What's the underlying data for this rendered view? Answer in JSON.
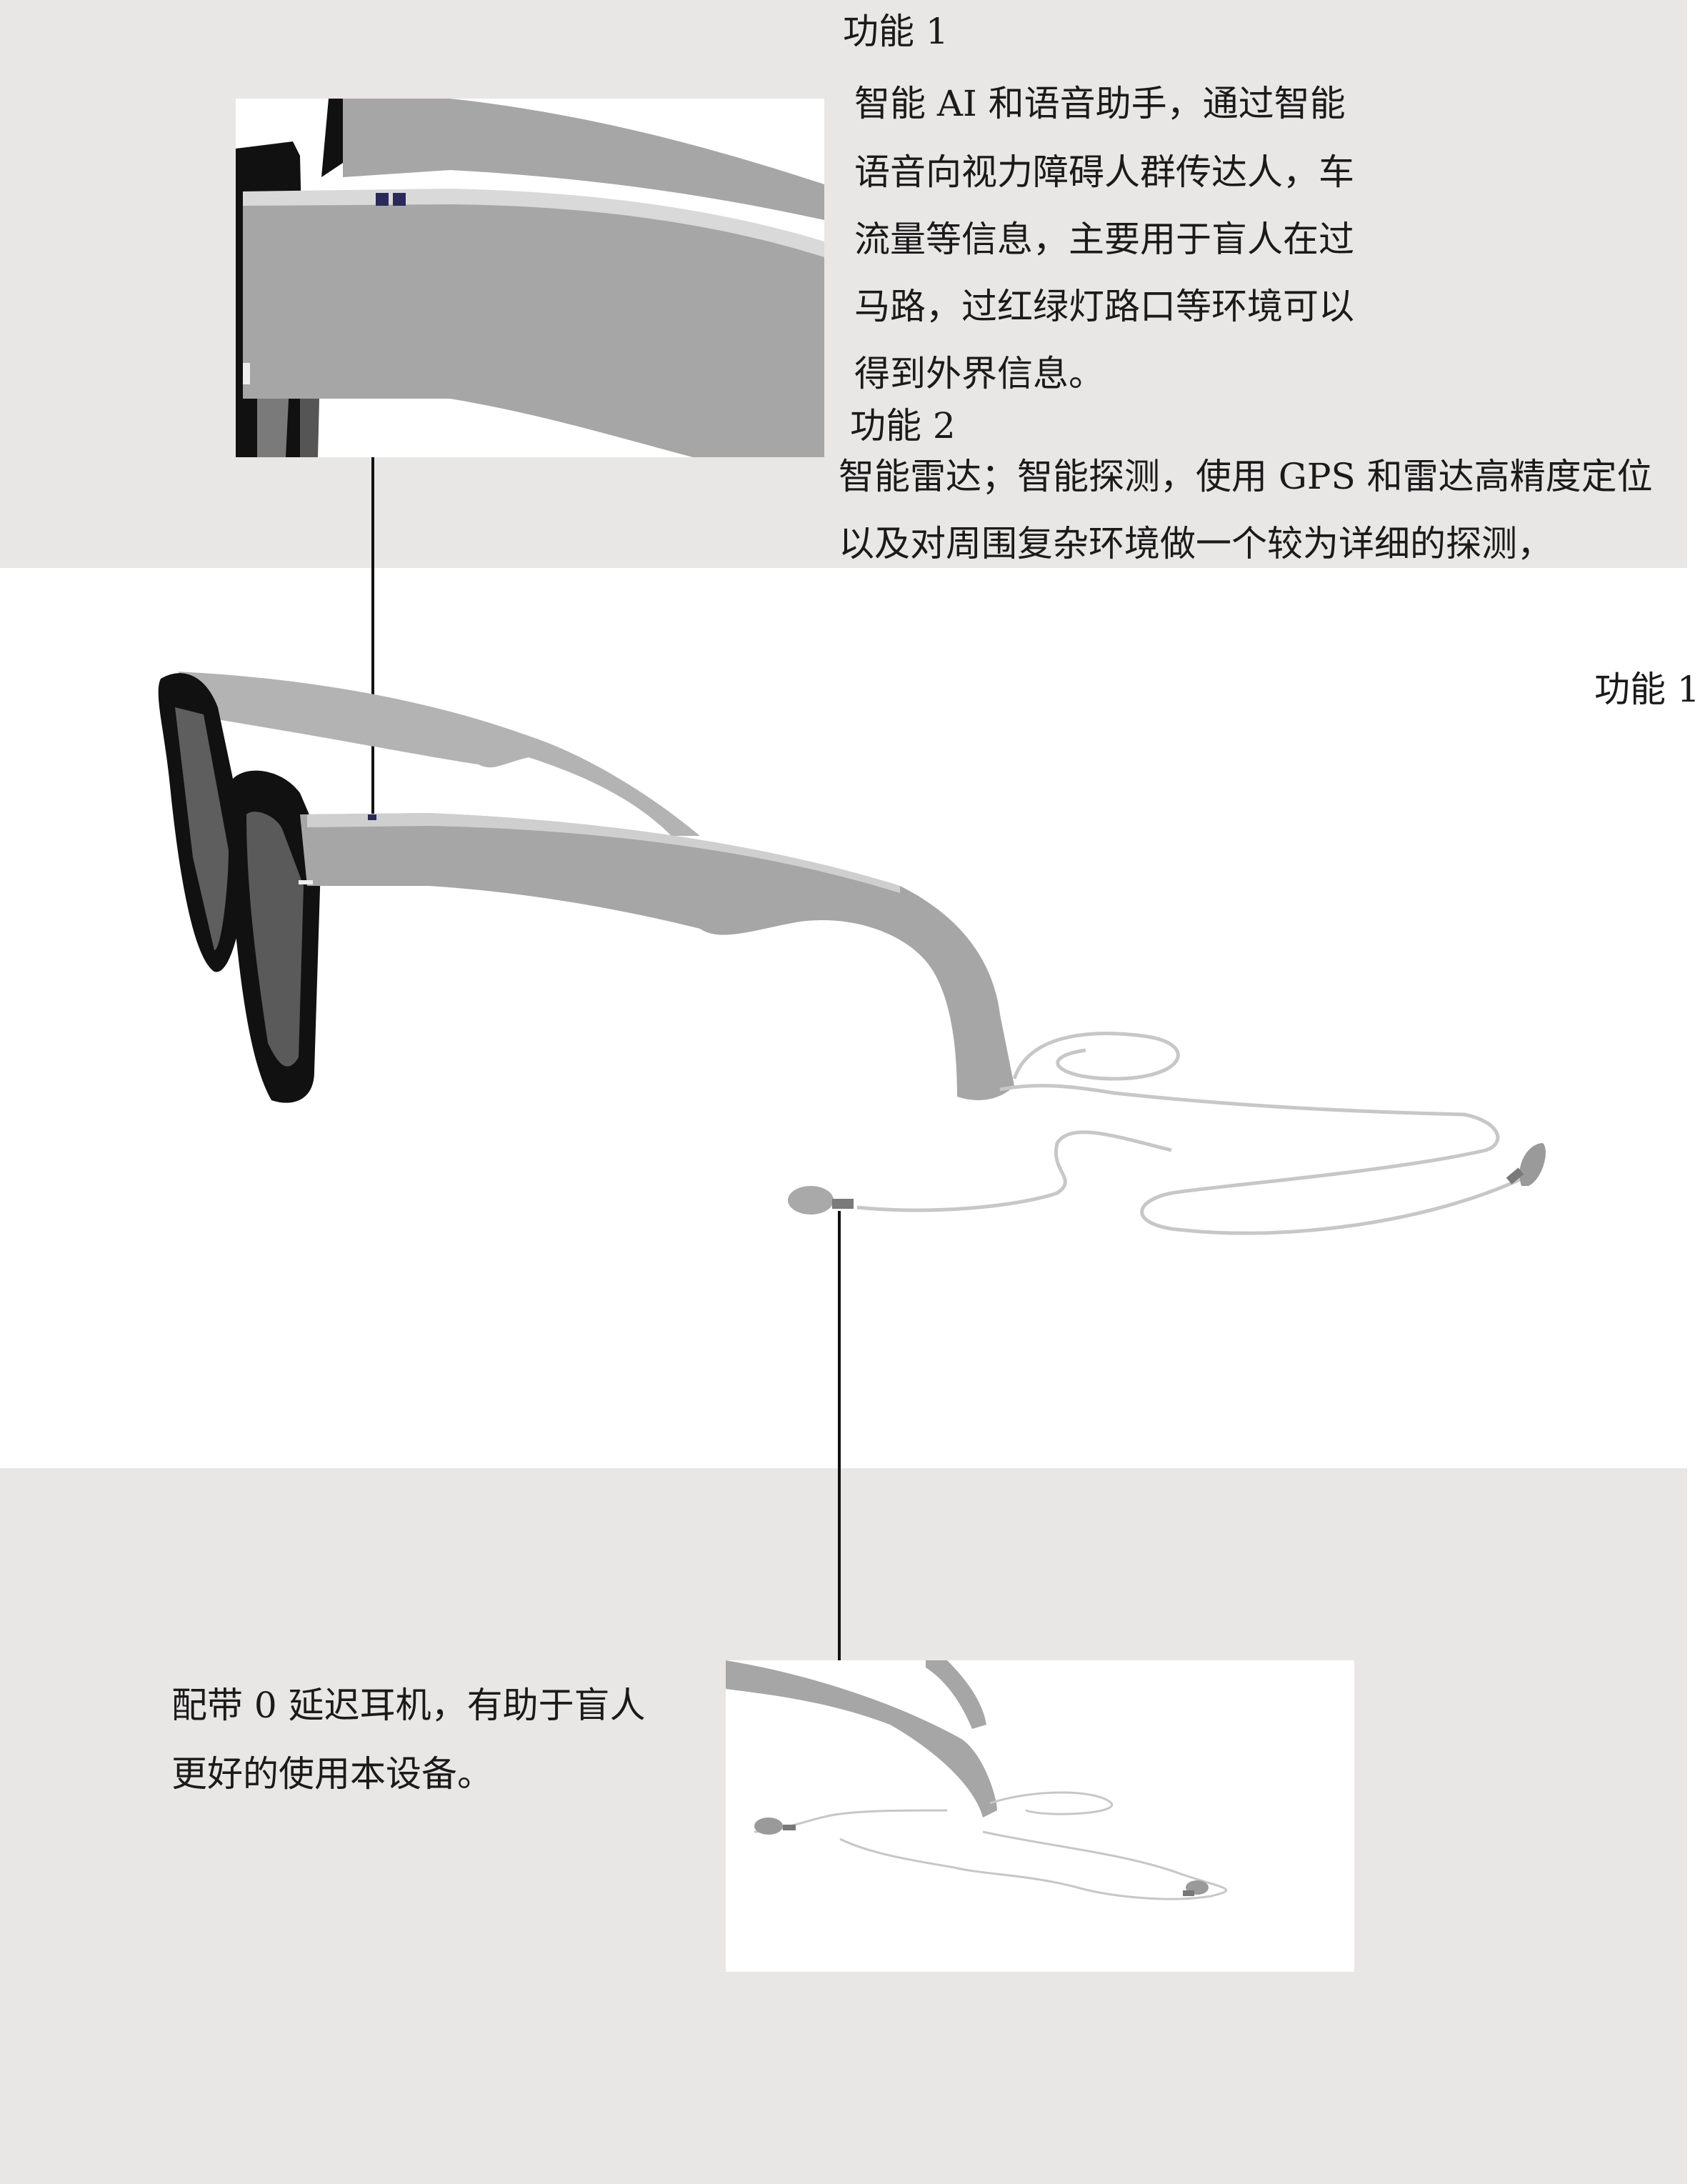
{
  "feature1": {
    "heading": "功能 1",
    "lines": [
      "智能 AI 和语音助手，通过智能",
      "语音向视力障碍人群传达人，车",
      "流量等信息，主要用于盲人在过",
      "马路，过红绿灯路口等环境可以",
      "得到外界信息。"
    ]
  },
  "feature2": {
    "heading": "功能 2",
    "lines": [
      "智能雷达；智能探测，使用 GPS 和雷达高精度定位",
      "以及对周围复杂环境做一个较为详细的探测，"
    ]
  },
  "feature3": {
    "heading": "功能 1"
  },
  "earphone": {
    "lines": [
      "配带 0 延迟耳机，有助于盲人",
      "更好的使用本设备。"
    ]
  },
  "colors": {
    "band": "#e9e6e6",
    "frame": "#111111",
    "arm": "#a6a6a6"
  }
}
